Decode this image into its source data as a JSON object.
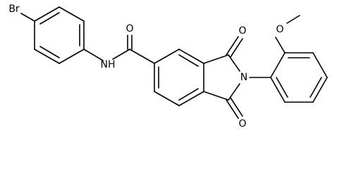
{
  "molecule": {
    "atoms": {
      "bromine": "Br",
      "amide_nitrogen": "NH",
      "amide_oxygen": "O",
      "imide_nitrogen": "N",
      "imide_oxygen_top": "O",
      "imide_oxygen_bottom": "O",
      "methoxy_oxygen": "O"
    }
  }
}
